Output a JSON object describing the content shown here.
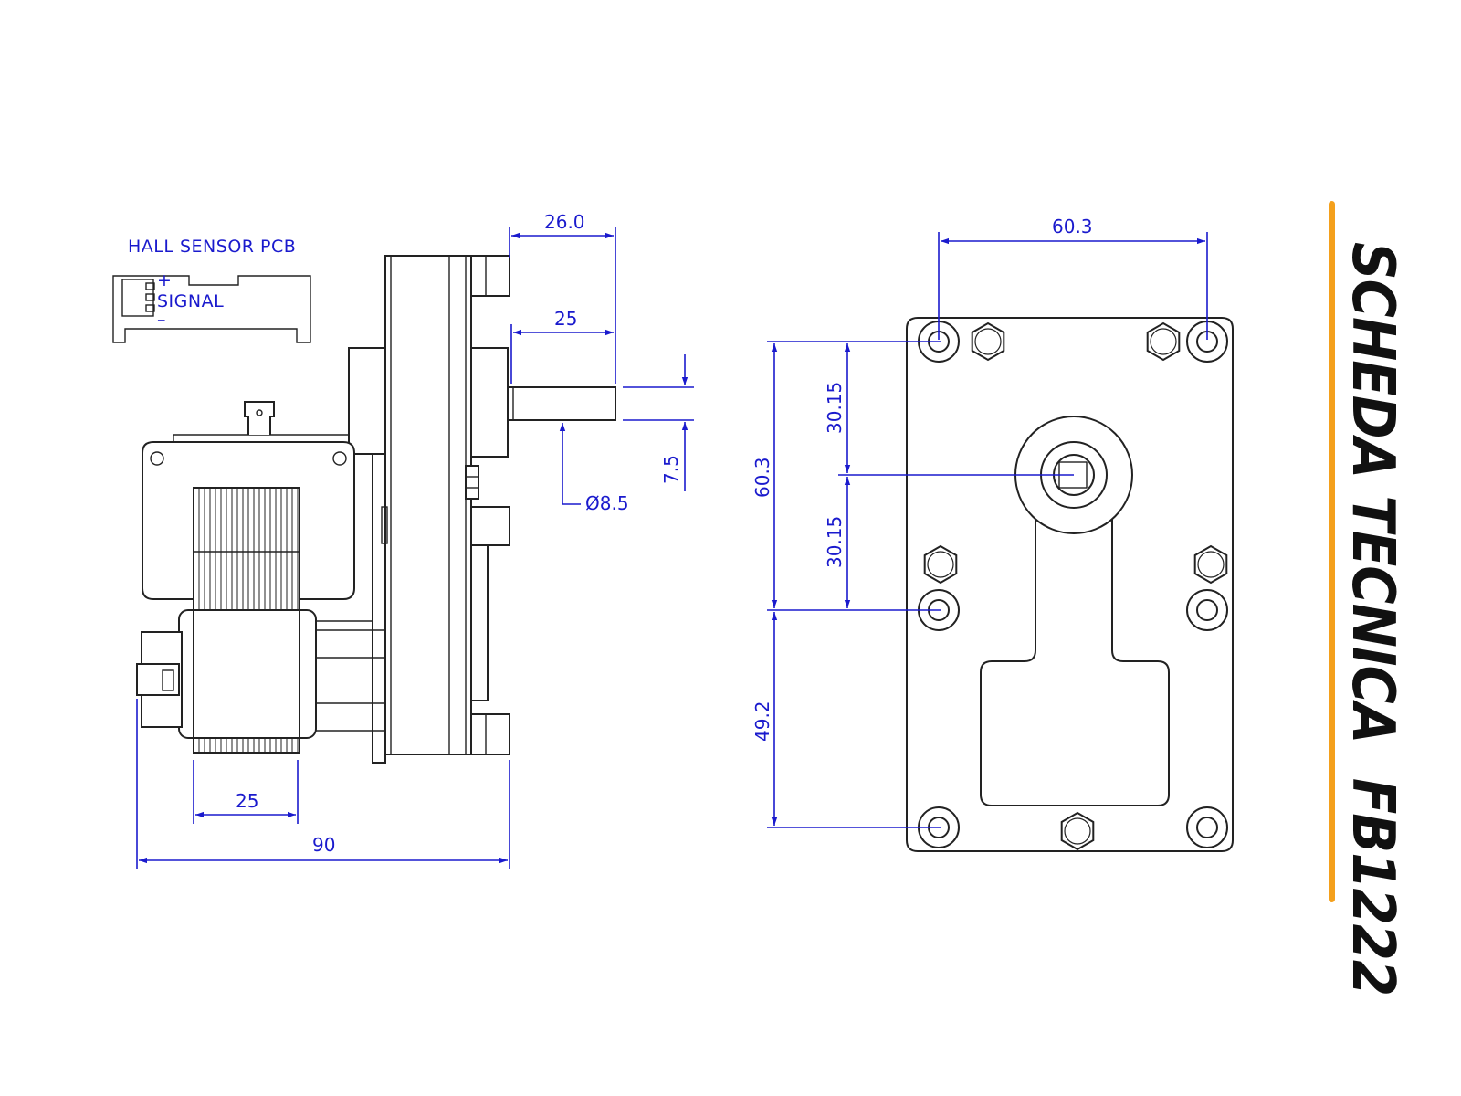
{
  "title": "SCHEDA TECNICA  FB1222",
  "accent_color": "#f4a01c",
  "dimension_color": "#1a1acd",
  "line_color": "#222222",
  "side_view": {
    "pcb_label": "HALL SENSOR PCB",
    "pcb_plus": "+",
    "pcb_signal": "SIGNAL",
    "pcb_minus": "–",
    "dims": {
      "shaft_total": "26.0",
      "shaft_length": "25",
      "shaft_flat": "7.5",
      "shaft_diameter": "Ø8.5",
      "coil_width": "25",
      "overall_width": "90"
    }
  },
  "front_view": {
    "dims": {
      "hole_spacing_h": "60.3",
      "hole_spacing_v": "60.3",
      "half_upper": "30.15",
      "half_lower": "30.15",
      "bottom_offset": "49.2"
    }
  }
}
